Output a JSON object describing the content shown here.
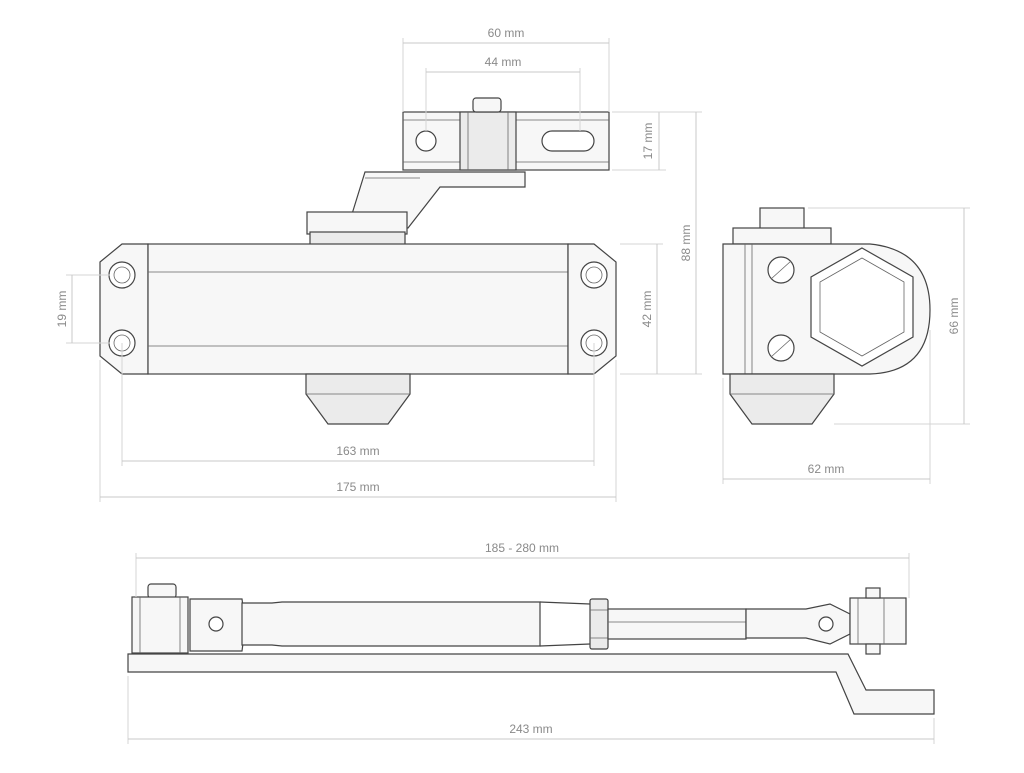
{
  "diagram": {
    "colors": {
      "outline": "#444444",
      "dimension_line": "#c9c9c9",
      "dimension_text": "#8a8a8a",
      "fill_light": "#f7f7f7",
      "fill_shade": "#ebebeb",
      "background": "#ffffff"
    },
    "dimensions": {
      "bracket_width": "60 mm",
      "bracket_hole_spacing": "44 mm",
      "bracket_height": "17 mm",
      "total_height": "88 mm",
      "body_height": "42 mm",
      "hole_spacing_vertical": "19 mm",
      "hole_spacing_horizontal": "163 mm",
      "body_length": "175 mm",
      "side_height": "66 mm",
      "side_width": "62 mm",
      "arm_span": "185 - 280 mm",
      "arm_length": "243 mm"
    }
  }
}
